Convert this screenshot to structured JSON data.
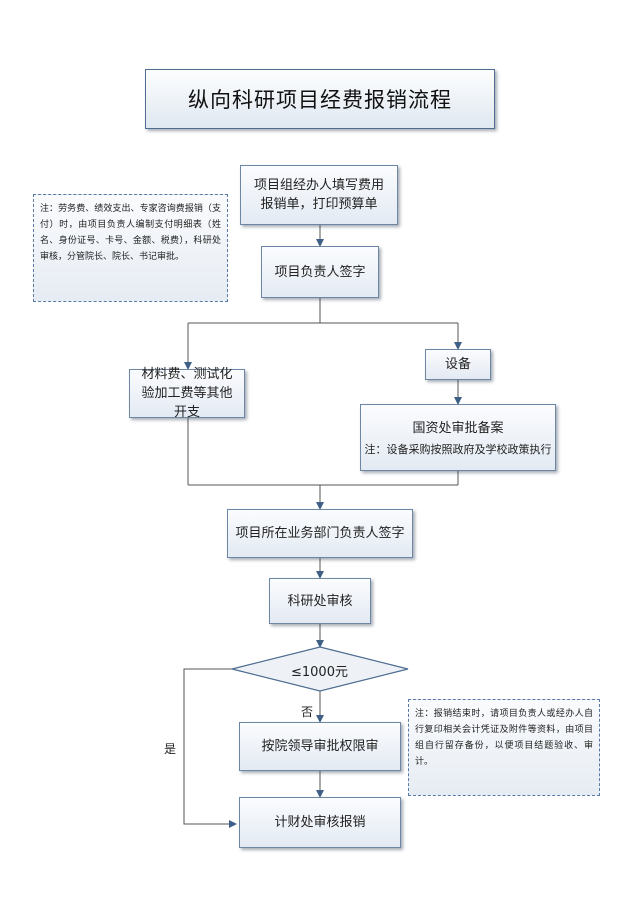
{
  "title": "纵向科研项目经费报销流程",
  "nodes": {
    "fill_form": "项目组经办人填写费用报销单，打印预算单",
    "pi_sign": "项目负责人签字",
    "materials": "材料费、测试化验加工费等其他开支",
    "equipment": "设备",
    "asset_office_title": "国资处审批备案",
    "asset_office_note": "注：设备采购按照政府及学校政策执行",
    "dept_head": "项目所在业务部门负责人签字",
    "research_office": "科研处审核",
    "decision": "≤1000元",
    "leader_approval": "按院领导审批权限审",
    "finance_office": "计财处审核报销"
  },
  "labels": {
    "no": "否",
    "yes": "是"
  },
  "notes": {
    "left": "注：劳务费、绩效支出、专家咨询费报销（支付）时，由项目负责人编制支付明细表（姓名、身份证号、卡号、金额、税费），科研处审核，分管院长、院长、书记审批。",
    "right": "注：报销结束时，请项目负责人或经办人自行复印相关会计凭证及附件等资料，由项目组自行留存备份，以便项目结题验收、审计。"
  },
  "colors": {
    "box_border": "#6d86a3",
    "connector": "#555555",
    "arrow": "#3e5f86",
    "note_border": "#5a79a4"
  }
}
